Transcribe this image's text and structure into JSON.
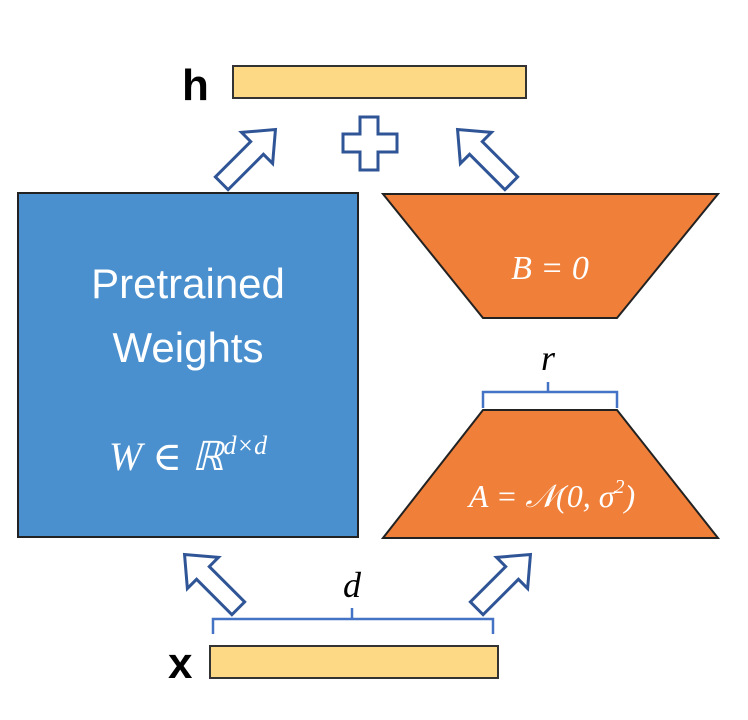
{
  "output_label": "h",
  "input_label": "x",
  "pretrained_block": {
    "title_line1": "Pretrained",
    "title_line2": "Weights",
    "formula_base": "W ∈ ℝ",
    "formula_sup": "d×d"
  },
  "matrix_b": {
    "formula": "B = 0"
  },
  "matrix_a": {
    "formula_base": "A = 𝒩(0, σ",
    "formula_sup": "2",
    "formula_tail": ")"
  },
  "rank_label": "r",
  "dim_label": "d",
  "colors": {
    "pretrained_fill": "#4A90CE",
    "matrix_fill": "#F07F39",
    "vector_fill": "#FDD986",
    "brace": "#4472C4",
    "outline": "#1F3864"
  }
}
